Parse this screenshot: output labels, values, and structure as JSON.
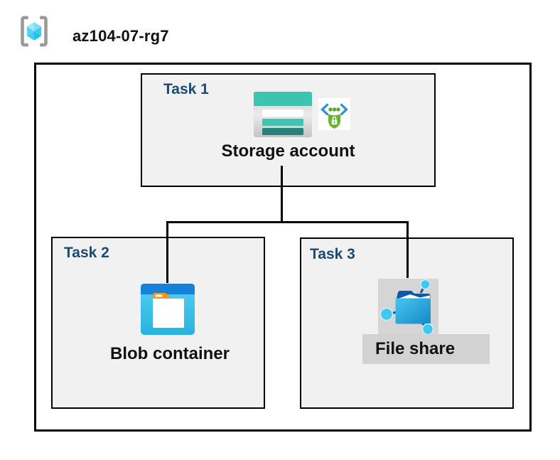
{
  "header": {
    "resource_group_name": "az104-07-rg7"
  },
  "tasks": [
    {
      "label": "Task 1",
      "resource": "Storage account",
      "icons": [
        "storage-account-icon",
        "shared-access-signature-icon"
      ]
    },
    {
      "label": "Task 2",
      "resource": "Blob container",
      "icons": [
        "blob-container-icon"
      ]
    },
    {
      "label": "Task 3",
      "resource": "File share",
      "icons": [
        "file-share-icon"
      ],
      "highlighted": true
    }
  ],
  "connections": [
    {
      "from": "Storage account",
      "to": "Blob container"
    },
    {
      "from": "Storage account",
      "to": "File share"
    }
  ],
  "colors": {
    "task_label": "#1a4a73",
    "box_fill": "#f1f1f1",
    "border": "#000000",
    "storage_teal": "#3ec3b1",
    "storage_teal_dark": "#26837a",
    "blob_blue": "#1482d8",
    "cyan_node": "#3ec9f3",
    "folder_orange": "#f79420",
    "sas_green": "#68b32e",
    "sas_blue": "#2b8ed9",
    "highlight_gray": "#d3d3d3"
  }
}
